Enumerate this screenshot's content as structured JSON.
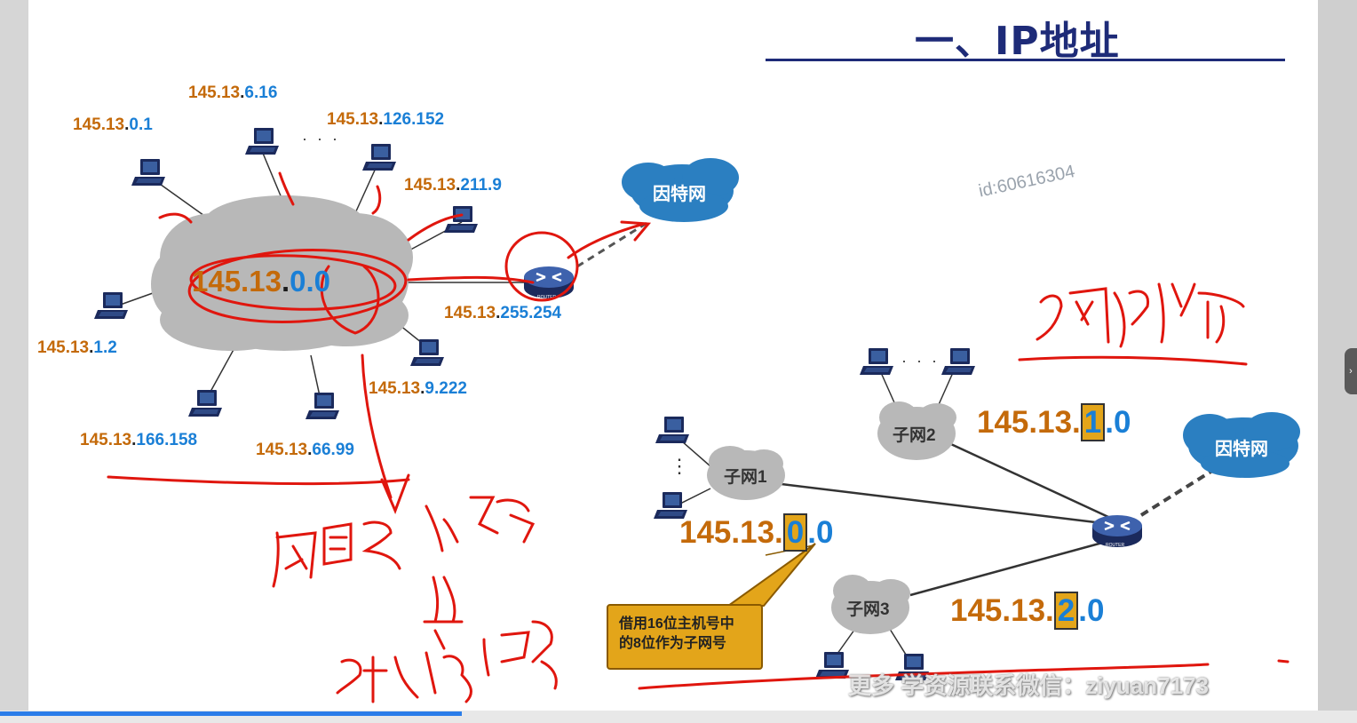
{
  "title": "一、IP地址",
  "watermark_id": "id:60616304",
  "bottom_watermark": "更多   学资源联系微信：ziyuan7173",
  "left_network": {
    "center": {
      "net": "145.13",
      "host": "0.0"
    },
    "router_ip": {
      "net": "145.13",
      "host": "255.254"
    },
    "internet_label": "因特网",
    "router_label": "ROUTER",
    "hosts": [
      {
        "net": "145.13",
        "host": "0.1"
      },
      {
        "net": "145.13",
        "host": "6.16"
      },
      {
        "net": "145.13",
        "host": "126.152"
      },
      {
        "net": "145.13",
        "host": "211.9"
      },
      {
        "net": "145.13",
        "host": "1.2"
      },
      {
        "net": "145.13",
        "host": "9.222"
      },
      {
        "net": "145.13",
        "host": "166.158"
      },
      {
        "net": "145.13",
        "host": "66.99"
      }
    ],
    "ellipsis": "· · ·"
  },
  "right_network": {
    "internet_label": "因特网",
    "router_label": "ROUTER",
    "subnets": [
      {
        "label": "子网1",
        "net": "145.13.",
        "subnet": "0",
        "tail": ".0"
      },
      {
        "label": "子网2",
        "net": "145.13.",
        "subnet": "1",
        "tail": ".0"
      },
      {
        "label": "子网3",
        "net": "145.13.",
        "subnet": "2",
        "tail": ".0"
      }
    ],
    "ellipsis_h": "· · ·",
    "ellipsis_v": "⋮",
    "callout": [
      "借用16位主机号中",
      "的8位作为子网号"
    ]
  },
  "colors": {
    "network_part": "#c46a0a",
    "host_part": "#1a7fd6",
    "title": "#1e2b78",
    "callout": "#e3a51a",
    "ink": "#e0160e"
  },
  "progress_percent": 34
}
